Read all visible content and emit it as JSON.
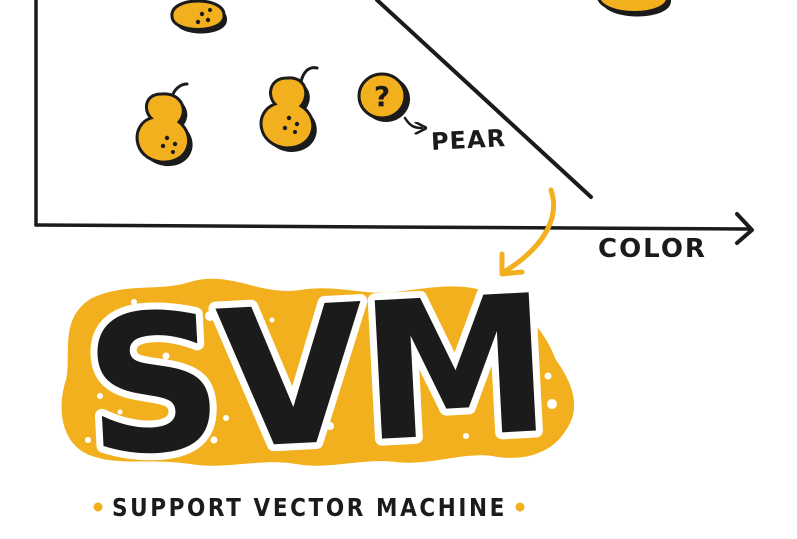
{
  "diagram": {
    "axis_x_label": "COLOR",
    "query_symbol": "?",
    "query_label": "PEAR",
    "badge_title": "SVM",
    "badge_subtitle": "SUPPORT VECTOR MACHINE"
  },
  "colors": {
    "fruit": "#f2b01e",
    "ink": "#1b1b1b",
    "background": "#ffffff",
    "badge_fill": "#f2b01e"
  },
  "icons": [
    "pear-icon",
    "pear-icon",
    "pear-icon",
    "question-mark-icon",
    "arrow-icon",
    "curved-arrow-icon"
  ]
}
